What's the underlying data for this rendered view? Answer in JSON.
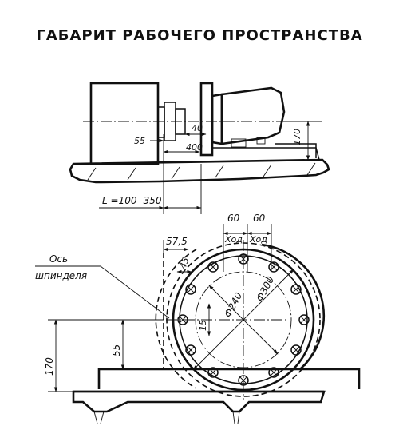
{
  "title": "ГАБАРИТ РАБОЧЕГО ПРОСТРАНСТВА",
  "side_view": {
    "dim_40": "40",
    "dim_55": "55",
    "dim_400": "400",
    "dim_170": "170",
    "dim_L": "L =100 -350"
  },
  "front_view": {
    "dim_60_left": "60",
    "dim_60_right": "60",
    "xod_left": "Xод",
    "xod_right": "Xод",
    "dim_57_5": "57,5",
    "dim_45": "45",
    "axis_label_line1": "Ось",
    "axis_label_line2": "шпинделя",
    "dia_240": "Ф240",
    "dia_300": "Ф300",
    "dim_15": "15",
    "dim_55": "55",
    "dim_170": "170"
  }
}
